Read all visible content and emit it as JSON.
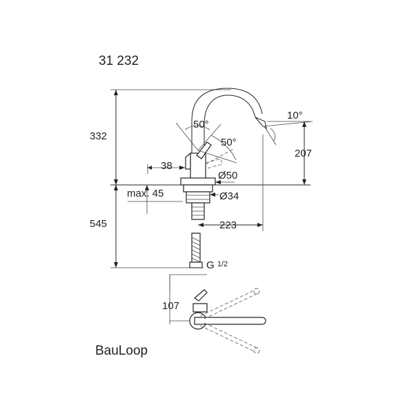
{
  "model_number": "31 232",
  "series_name": "BauLoop",
  "dimensions": {
    "height_above_deck": "332",
    "spout_height": "207",
    "lever_angle_1": "50°",
    "lever_angle_2": "50°",
    "spout_angle": "10°",
    "body_offset": "38",
    "base_diameter": "Ø50",
    "hole_diameter": "Ø34",
    "max_deck_thickness": "max. 45",
    "below_deck_length": "545",
    "spout_reach": "223",
    "connection_thread": "G",
    "thread_fraction": "1/2",
    "top_view_depth": "107"
  }
}
